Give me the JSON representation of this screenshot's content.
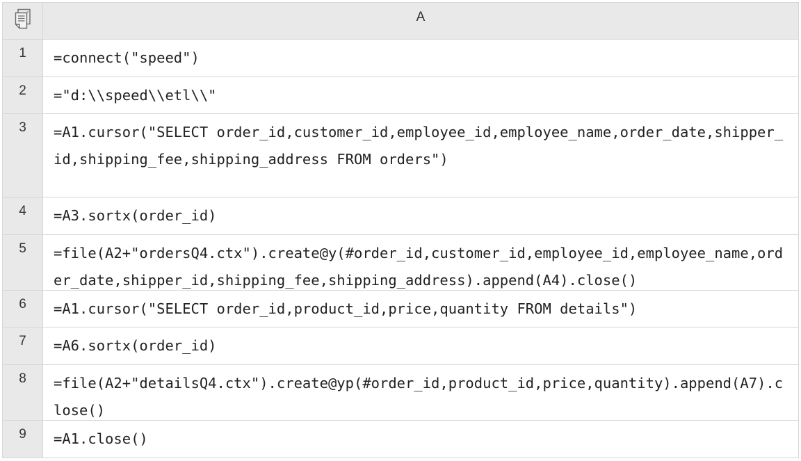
{
  "header": {
    "corner_icon": "sheet-pages-icon",
    "column_label": "A"
  },
  "rows": [
    {
      "num": "1",
      "cell": "=connect(\"speed\")"
    },
    {
      "num": "2",
      "cell": "=\"d:\\\\speed\\\\etl\\\\\""
    },
    {
      "num": "3",
      "cell": "=A1.cursor(\"SELECT order_id,customer_id,employee_id,employee_name,order_date,shipper_id,shipping_fee,shipping_address FROM orders\")"
    },
    {
      "num": "4",
      "cell": "=A3.sortx(order_id)"
    },
    {
      "num": "5",
      "cell": "=file(A2+\"ordersQ4.ctx\").create@y(#order_id,customer_id,employee_id,employee_name,order_date,shipper_id,shipping_fee,shipping_address).append(A4).close()"
    },
    {
      "num": "6",
      "cell": "=A1.cursor(\"SELECT order_id,product_id,price,quantity FROM details\")"
    },
    {
      "num": "7",
      "cell": "=A6.sortx(order_id)"
    },
    {
      "num": "8",
      "cell": "=file(A2+\"detailsQ4.ctx\").create@yp(#order_id,product_id,price,quantity).append(A7).close()"
    },
    {
      "num": "9",
      "cell": "=A1.close()"
    }
  ]
}
